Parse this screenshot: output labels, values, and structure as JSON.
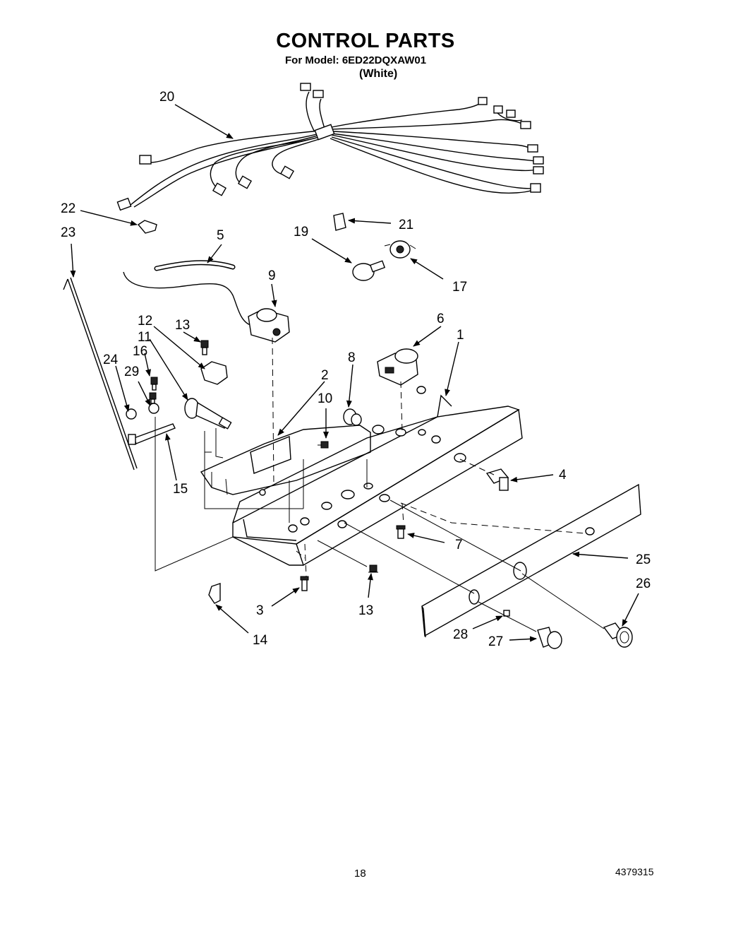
{
  "header": {
    "title": "CONTROL PARTS",
    "model": "For Model: 6ED22DQXAW01",
    "variant": "(White)"
  },
  "callouts": {
    "c1": "1",
    "c2": "2",
    "c3": "3",
    "c4": "4",
    "c5": "5",
    "c6": "6",
    "c7": "7",
    "c8": "8",
    "c9": "9",
    "c10": "10",
    "c11": "11",
    "c12": "12",
    "c13a": "13",
    "c13b": "13",
    "c14": "14",
    "c15": "15",
    "c16": "16",
    "c17": "17",
    "c19": "19",
    "c20": "20",
    "c21": "21",
    "c22": "22",
    "c23": "23",
    "c24": "24",
    "c25": "25",
    "c26": "26",
    "c27": "27",
    "c28": "28",
    "c29": "29"
  },
  "footer": {
    "page": "18",
    "doc_number": "4379315"
  }
}
